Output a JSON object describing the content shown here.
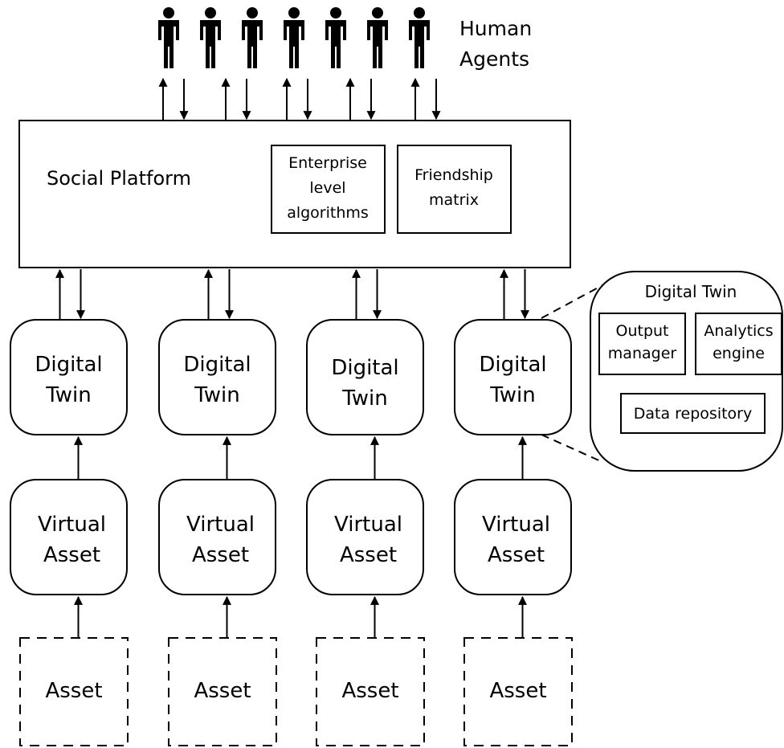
{
  "human_agents": {
    "label_lines": [
      "Human",
      "Agents"
    ],
    "count": 7
  },
  "social_platform": {
    "title": "Social Platform",
    "enterprise_lines": [
      "Enterprise",
      "level",
      "algorithms"
    ],
    "friendship_lines": [
      "Friendship",
      "matrix"
    ]
  },
  "columns": [
    {
      "digital_twin": [
        "Digital",
        "Twin"
      ],
      "virtual_asset": [
        "Virtual",
        "Asset"
      ],
      "asset": "Asset"
    },
    {
      "digital_twin": [
        "Digital",
        "Twin"
      ],
      "virtual_asset": [
        "Virtual",
        "Asset"
      ],
      "asset": "Asset"
    },
    {
      "digital_twin": [
        "Digital",
        "Twin"
      ],
      "virtual_asset": [
        "Virtual",
        "Asset"
      ],
      "asset": "Asset"
    },
    {
      "digital_twin": [
        "Digital",
        "Twin"
      ],
      "virtual_asset": [
        "Virtual",
        "Asset"
      ],
      "asset": "Asset"
    }
  ],
  "digital_twin_detail": {
    "title": "Digital Twin",
    "output_manager_lines": [
      "Output",
      "manager"
    ],
    "analytics_engine_lines": [
      "Analytics",
      "engine"
    ],
    "data_repository": "Data repository"
  },
  "colors": {
    "stroke": "#000000",
    "background": "#ffffff"
  }
}
